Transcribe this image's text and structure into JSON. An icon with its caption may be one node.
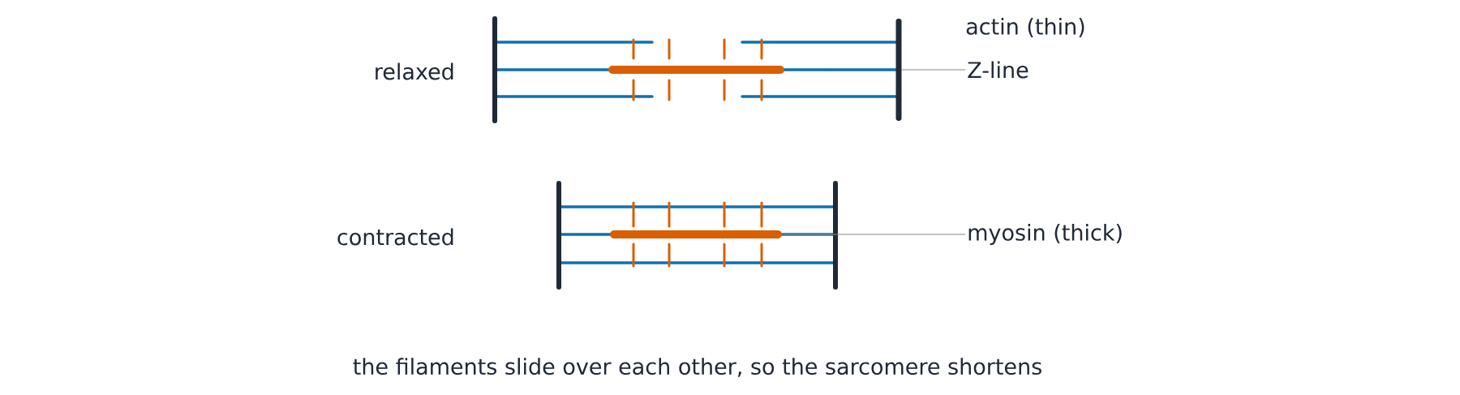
{
  "diagram": {
    "caption": "the filaments slide over each other, so the sarcomere shortens",
    "nodes": [
      {
        "text": [
          "Z-line"
        ]
      },
      {
        "text": [],
        "shape": "bar"
      },
      {
        "text": [
          "myosin (thick)"
        ]
      },
      {
        "text": [],
        "shape": "bar"
      }
    ],
    "edges": [
      {
        "from": 0,
        "to": 1,
        "arrow": "none"
      },
      {
        "from": 2,
        "to": 3,
        "arrow": "none"
      }
    ],
    "labels": [
      "relaxed",
      "actin (thin)",
      "contracted"
    ]
  }
}
